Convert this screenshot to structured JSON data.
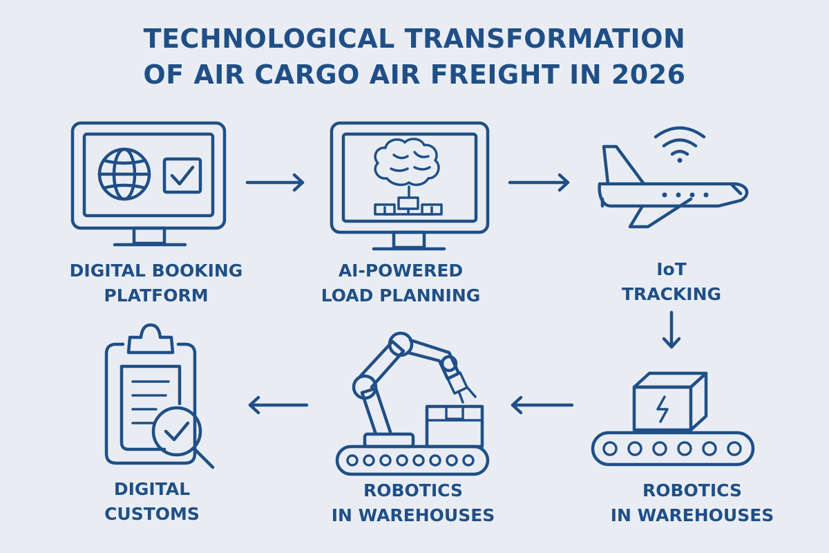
{
  "title": {
    "line1": "TECHNOLOGICAL TRANSFORMATION",
    "line2": "OF AIR CARGO AIR FREIGHT IN 2026"
  },
  "steps": [
    {
      "icon": "monitor-globe-checkbox-icon",
      "line1": "DIGITAL BOOKING",
      "line2": "PLATFORM"
    },
    {
      "icon": "monitor-brain-icon",
      "line1": "AI-POWERED",
      "line2": "LOAD PLANNING"
    },
    {
      "icon": "airplane-wifi-icon",
      "line1": "IoT",
      "line2": "TRACKING"
    },
    {
      "icon": "box-conveyor-icon",
      "line1": "ROBOTICS",
      "line2": "IN WAREHOUSES"
    },
    {
      "icon": "robot-arm-conveyor-icon",
      "line1": "ROBOTICS",
      "line2": "IN WAREHOUSES"
    },
    {
      "icon": "clipboard-magnifier-icon",
      "line1": "DIGITAL",
      "line2": "CUSTOMS"
    }
  ],
  "colors": {
    "background": "#e9edf3",
    "ink": "#1f4f86"
  }
}
